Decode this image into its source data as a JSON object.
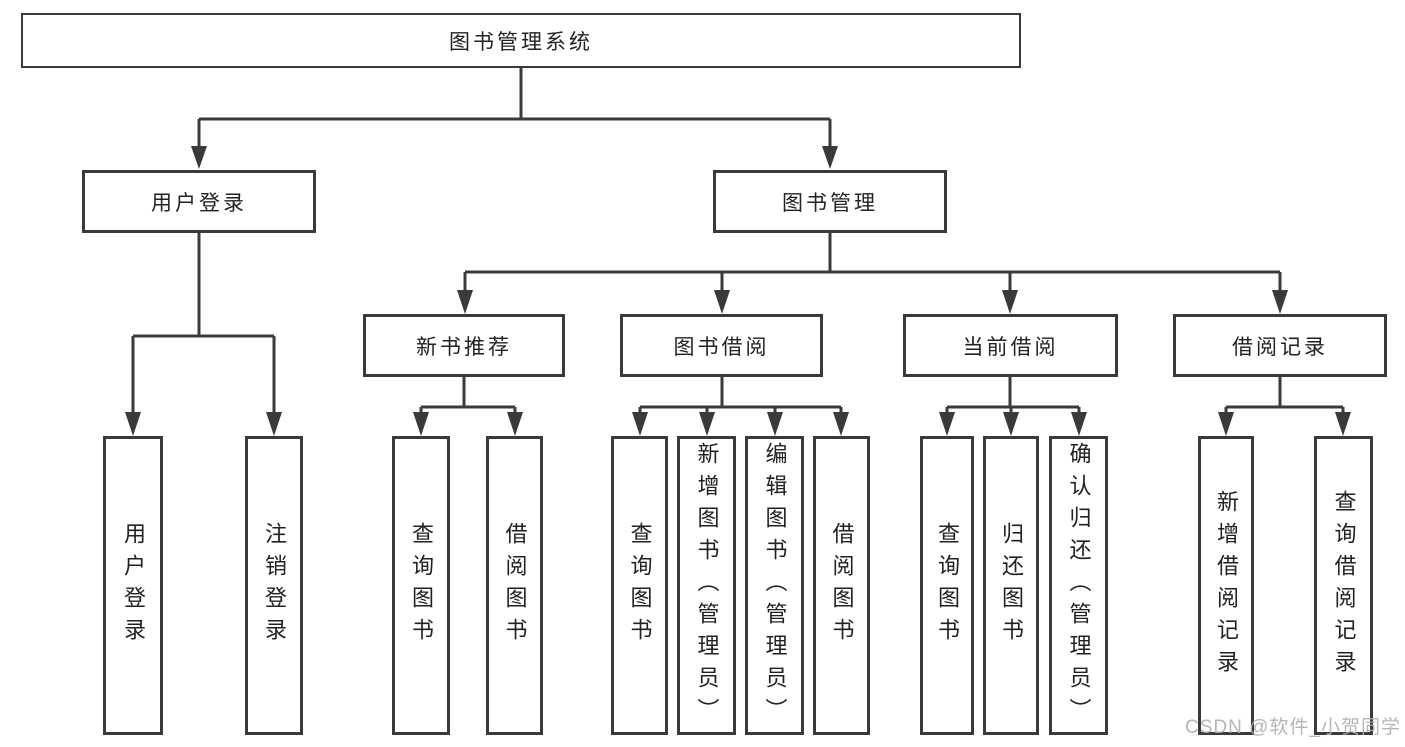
{
  "diagram_title": "图书管理系统",
  "tree": {
    "root": {
      "label": "图书管理系统"
    },
    "level2": [
      {
        "id": "user-login-group",
        "label": "用户登录",
        "children": [
          {
            "label": "用户登录"
          },
          {
            "label": "注销登录"
          }
        ]
      },
      {
        "id": "book-management",
        "label": "图书管理"
      }
    ],
    "level3": [
      {
        "id": "new-book-recommend",
        "label": "新书推荐",
        "children": [
          {
            "label": "查询图书"
          },
          {
            "label": "借阅图书"
          }
        ]
      },
      {
        "id": "book-borrowing",
        "label": "图书借阅",
        "children": [
          {
            "label": "查询图书"
          },
          {
            "label": "新增图书（管理员）"
          },
          {
            "label": "编辑图书（管理员）"
          },
          {
            "label": "借阅图书"
          }
        ]
      },
      {
        "id": "current-borrowing",
        "label": "当前借阅",
        "children": [
          {
            "label": "查询图书"
          },
          {
            "label": "归还图书"
          },
          {
            "label": "确认归还（管理员）"
          }
        ]
      },
      {
        "id": "borrowing-records",
        "label": "借阅记录",
        "children": [
          {
            "label": "新增借阅记录"
          },
          {
            "label": "查询借阅记录"
          }
        ]
      }
    ]
  },
  "watermark": {
    "text": "CSDN @软件_小贺同学"
  },
  "colors": {
    "line": "#3a3a3a",
    "box_border": "#3a3a3a",
    "box_fill": "#ffffff",
    "text": "#222222",
    "watermark": "#b0b0b0",
    "background": "#ffffff"
  }
}
